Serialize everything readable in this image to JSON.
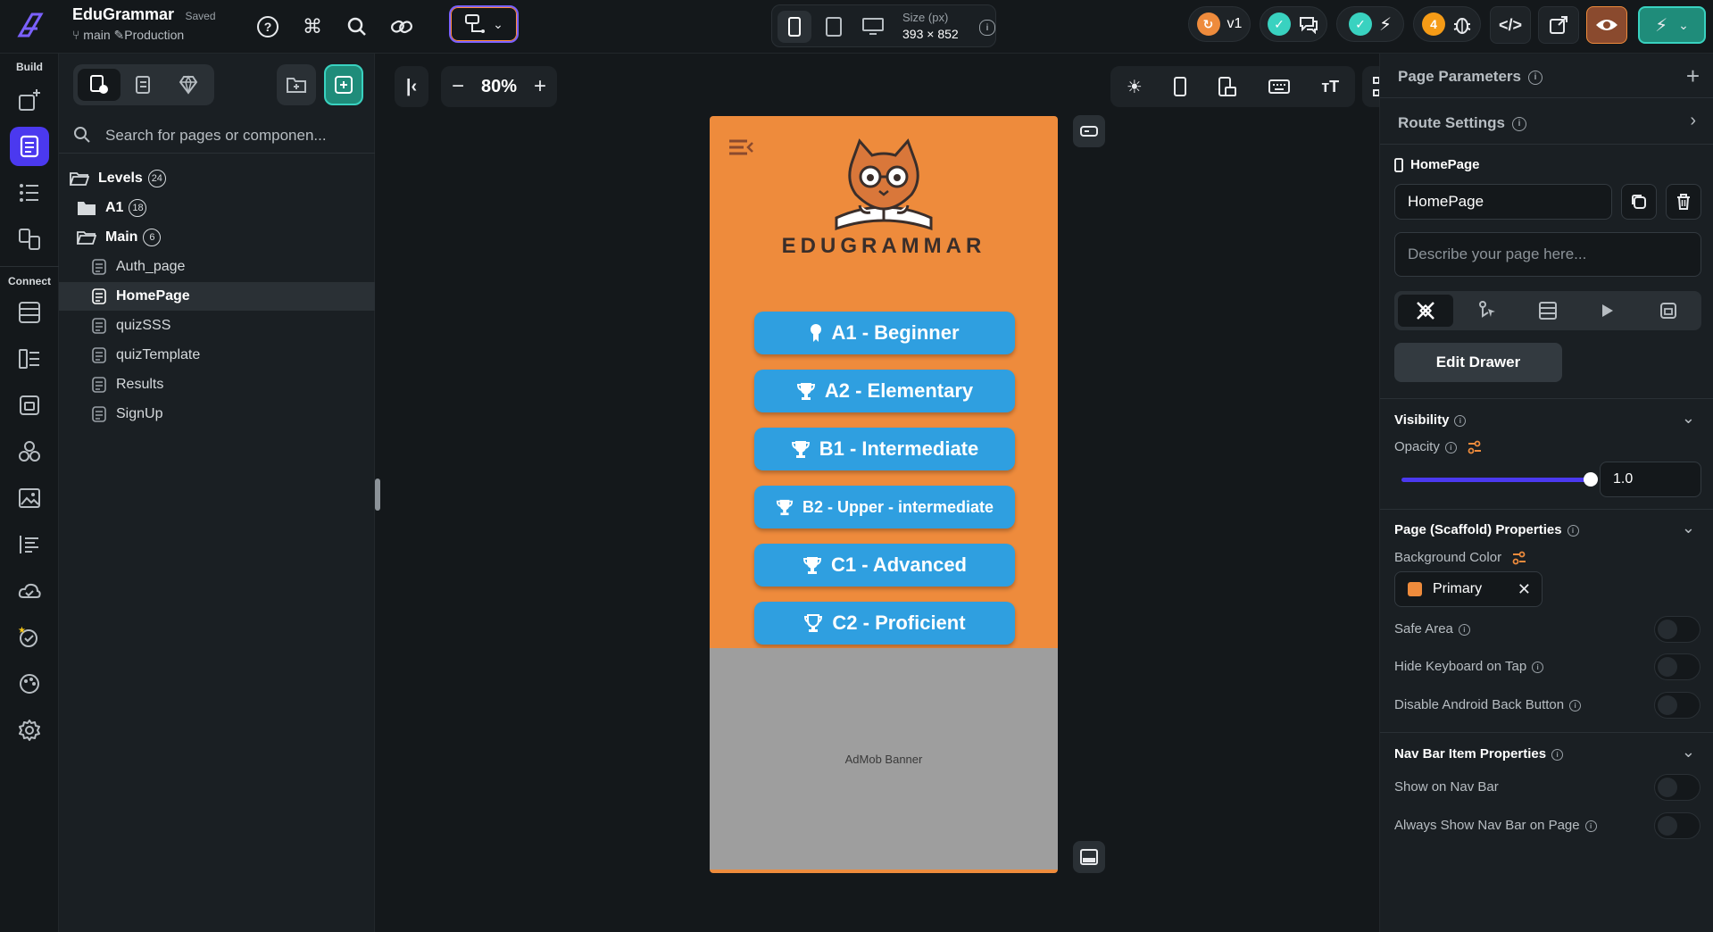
{
  "topbar": {
    "project_title": "EduGrammar",
    "saved_label": "Saved",
    "branch": "main",
    "environment": "Production",
    "size_label": "Size (px)",
    "size_value": "393 × 852",
    "version": "v1",
    "notification_count": "4"
  },
  "rail": {
    "build_label": "Build",
    "connect_label": "Connect"
  },
  "left_panel": {
    "search_placeholder": "Search for pages or componen...",
    "tree": [
      {
        "label": "Levels",
        "count": "24",
        "type": "folder-open"
      },
      {
        "label": "A1",
        "count": "18",
        "type": "folder"
      },
      {
        "label": "Main",
        "count": "6",
        "type": "folder-open"
      },
      {
        "label": "Auth_page",
        "type": "page"
      },
      {
        "label": "HomePage",
        "type": "page",
        "selected": true
      },
      {
        "label": "quizSSS",
        "type": "page"
      },
      {
        "label": "quizTemplate",
        "type": "page"
      },
      {
        "label": "Results",
        "type": "page"
      },
      {
        "label": "SignUp",
        "type": "page"
      }
    ]
  },
  "canvas": {
    "zoom": "80%",
    "brand": "EDUGRAMMAR",
    "levels": [
      {
        "label": "A1 - Beginner",
        "icon": "medal-icon"
      },
      {
        "label": "A2 - Elementary",
        "icon": "trophy-icon"
      },
      {
        "label": "B1 - Intermediate",
        "icon": "trophy-icon"
      },
      {
        "label": "B2 - Upper - intermediate",
        "icon": "trophy-icon"
      },
      {
        "label": "C1 - Advanced",
        "icon": "trophy-icon"
      },
      {
        "label": "C2 - Proficient",
        "icon": "trophy-icon"
      }
    ],
    "admob_label": "AdMob Banner",
    "primary_color": "#ee8b3c",
    "button_color": "#2f9fe0"
  },
  "right_panel": {
    "page_parameters": "Page Parameters",
    "route_settings": "Route Settings",
    "page_label": "HomePage",
    "page_name_value": "HomePage",
    "description_placeholder": "Describe your page here...",
    "edit_drawer": "Edit Drawer",
    "visibility": "Visibility",
    "opacity_label": "Opacity",
    "opacity_value": "1.0",
    "scaffold_props": "Page (Scaffold) Properties",
    "background_color_label": "Background Color",
    "background_color_value": "Primary",
    "safe_area": "Safe Area",
    "hide_keyboard": "Hide Keyboard on Tap",
    "disable_back": "Disable Android Back Button",
    "navbar_props": "Nav Bar Item Properties",
    "show_navbar": "Show on Nav Bar",
    "always_show_navbar": "Always Show Nav Bar on Page"
  }
}
